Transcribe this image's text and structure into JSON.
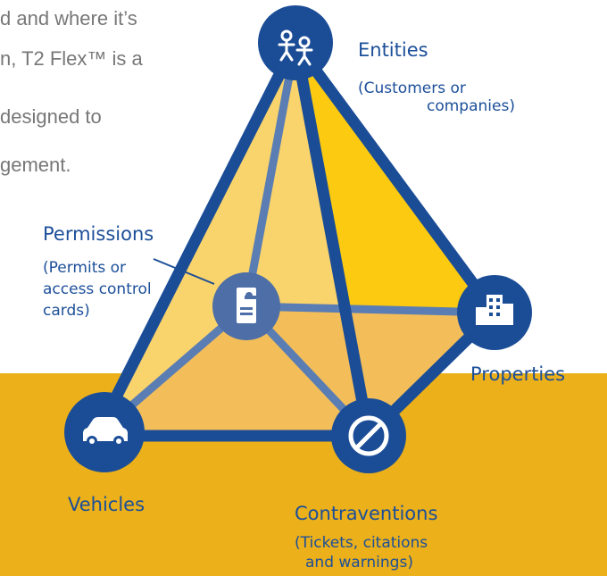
{
  "intro_lines": [
    "d and where it’s",
    "n, T2 Flex™ is a",
    "designed to",
    "gement."
  ],
  "nodes": {
    "entities": {
      "title": "Entities",
      "sub_1": "(Customers or",
      "sub_2": "companies)",
      "icon": "people-icon"
    },
    "permissions": {
      "title": "Permissions",
      "sub_1": "(Permits or",
      "sub_2": "access control",
      "sub_3": "cards)",
      "icon": "permit-hangtag-icon"
    },
    "properties": {
      "title": "Properties",
      "icon": "buildings-icon"
    },
    "vehicles": {
      "title": "Vehicles",
      "icon": "car-icon"
    },
    "contraventions": {
      "title": "Contraventions",
      "sub_1": "(Tickets, citations",
      "sub_2": "and warnings)",
      "icon": "prohibited-icon"
    }
  },
  "colors": {
    "node_fill": "#1b4d97",
    "node_fill_back": "#4d6ea7",
    "edge": "#1b4d97",
    "edge_back": "#5a7db4",
    "face_left": "#f9d36b",
    "face_right": "#fcca11",
    "face_bottom": "#f3be59",
    "band": "#ebb01a",
    "label_text": "#1c4f99"
  }
}
